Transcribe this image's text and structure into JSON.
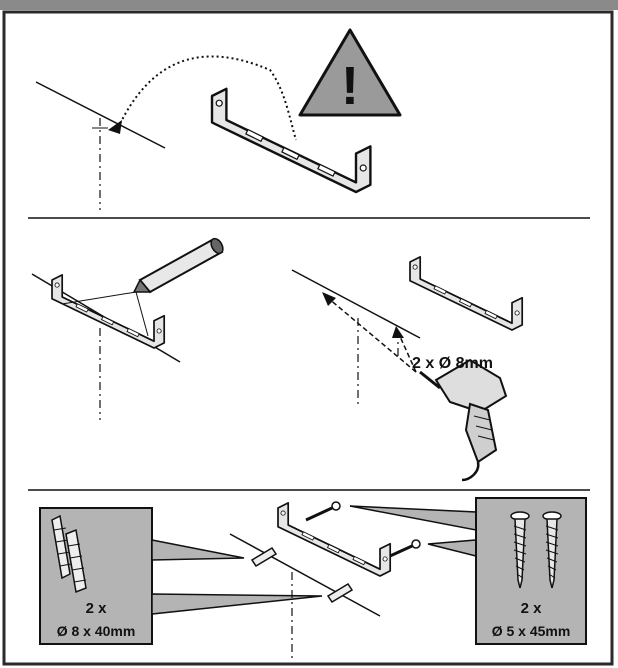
{
  "warning": {
    "symbol": "!"
  },
  "drill": {
    "label": "2 x Ø 8mm"
  },
  "dowels": {
    "qty": "2 x",
    "size": "Ø 8 x 40mm"
  },
  "screws": {
    "qty": "2 x",
    "size": "Ø 5 x 45mm"
  },
  "colors": {
    "frame": "#2a2a2a",
    "top_bar": "#8a8a8a",
    "callout_fill": "#b4b4b4",
    "warning_fill": "#9a9a9a",
    "line": "#111111"
  }
}
